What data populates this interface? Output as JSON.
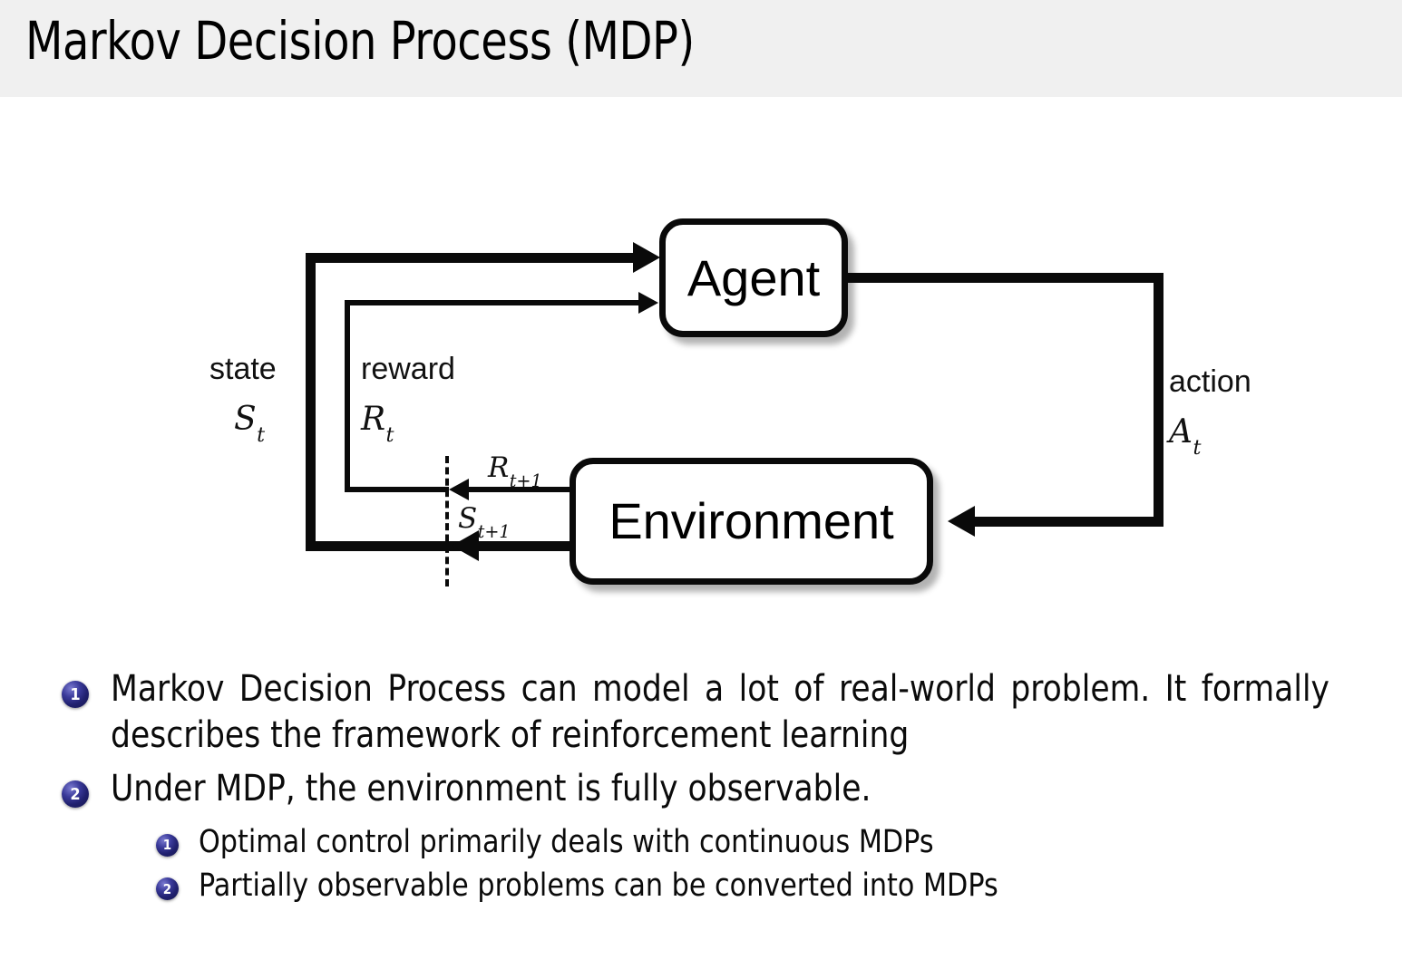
{
  "header": {
    "title": "Markov Decision Process (MDP)",
    "background_color": "#f0f0f0"
  },
  "diagram": {
    "nodes": {
      "agent": "Agent",
      "environment": "Environment"
    },
    "labels": {
      "state_word": "state",
      "state_symbol": "S",
      "state_subscript": "t",
      "reward_word": "reward",
      "reward_symbol": "R",
      "reward_subscript": "t",
      "action_word": "action",
      "action_symbol": "A",
      "action_subscript": "t",
      "next_reward_symbol": "R",
      "next_reward_subscript": "t+1",
      "next_state_symbol": "S",
      "next_state_subscript": "t+1"
    },
    "stroke_color": "#0a0a0a",
    "fill_color": "#ffffff"
  },
  "bullets": {
    "badge_color": "#20206e",
    "items": [
      {
        "number": "1",
        "text": "Markov Decision Process can model a lot of real-world problem. It formally describes the framework of reinforcement learning",
        "children": []
      },
      {
        "number": "2",
        "text": "Under MDP, the environment is fully observable.",
        "children": [
          {
            "number": "1",
            "text": "Optimal control primarily deals with continuous MDPs"
          },
          {
            "number": "2",
            "text": "Partially observable problems can be converted into MDPs"
          }
        ]
      }
    ]
  }
}
